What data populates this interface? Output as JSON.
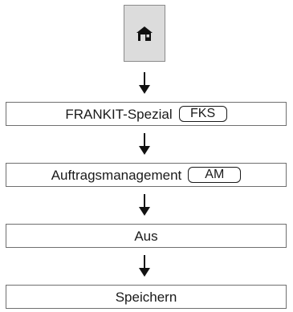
{
  "home": {
    "icon": "home-icon"
  },
  "steps": [
    {
      "label": "FRANKIT-Spezial",
      "key": "FKS"
    },
    {
      "label": "Auftragsmanagement",
      "key": "AM"
    },
    {
      "label": "Aus"
    },
    {
      "label": "Speichern"
    }
  ],
  "connector_icon": "down-arrow-icon"
}
